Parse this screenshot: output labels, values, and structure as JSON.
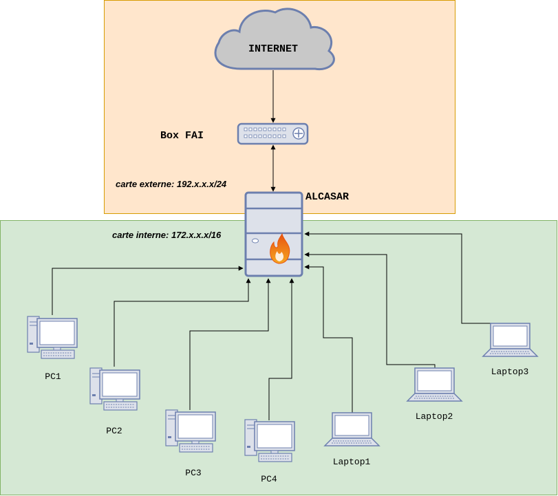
{
  "zones": {
    "external": {
      "fill": "#ffe6cc",
      "stroke": "#d79b00"
    },
    "internal": {
      "fill": "#d5e8d4",
      "stroke": "#82b366"
    }
  },
  "internet": {
    "label": "INTERNET"
  },
  "box": {
    "label": "Box FAI"
  },
  "server": {
    "label": "ALCASAR"
  },
  "nics": {
    "external": "carte externe: 192.x.x.x/24",
    "internal": "carte interne: 172.x.x.x/16"
  },
  "clients": {
    "pc1": "PC1",
    "pc2": "PC2",
    "pc3": "PC3",
    "pc4": "PC4",
    "laptop1": "Laptop1",
    "laptop2": "Laptop2",
    "laptop3": "Laptop3"
  },
  "colors": {
    "device_fill": "#dde1ea",
    "device_stroke": "#6c7fae",
    "cloud_fill": "#c8c8c8",
    "link": "#000000"
  }
}
